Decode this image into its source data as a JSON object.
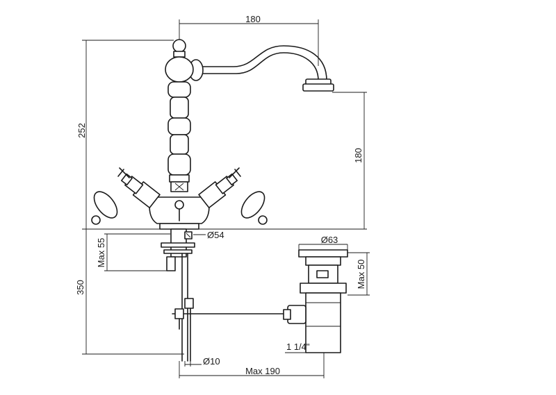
{
  "dimensions": {
    "spout_reach": "180",
    "total_height": "252",
    "spout_height": "180",
    "base_diameter": "Ø54",
    "max_thickness": "Max 55",
    "rod_length": "350",
    "rod_diameter": "Ø10",
    "max_distance": "Max 190",
    "waste_diameter": "Ø63",
    "waste_max_height": "Max 50",
    "thread_size": "1 1/4\""
  },
  "colors": {
    "line": "#1a1a1a",
    "background": "#ffffff"
  }
}
